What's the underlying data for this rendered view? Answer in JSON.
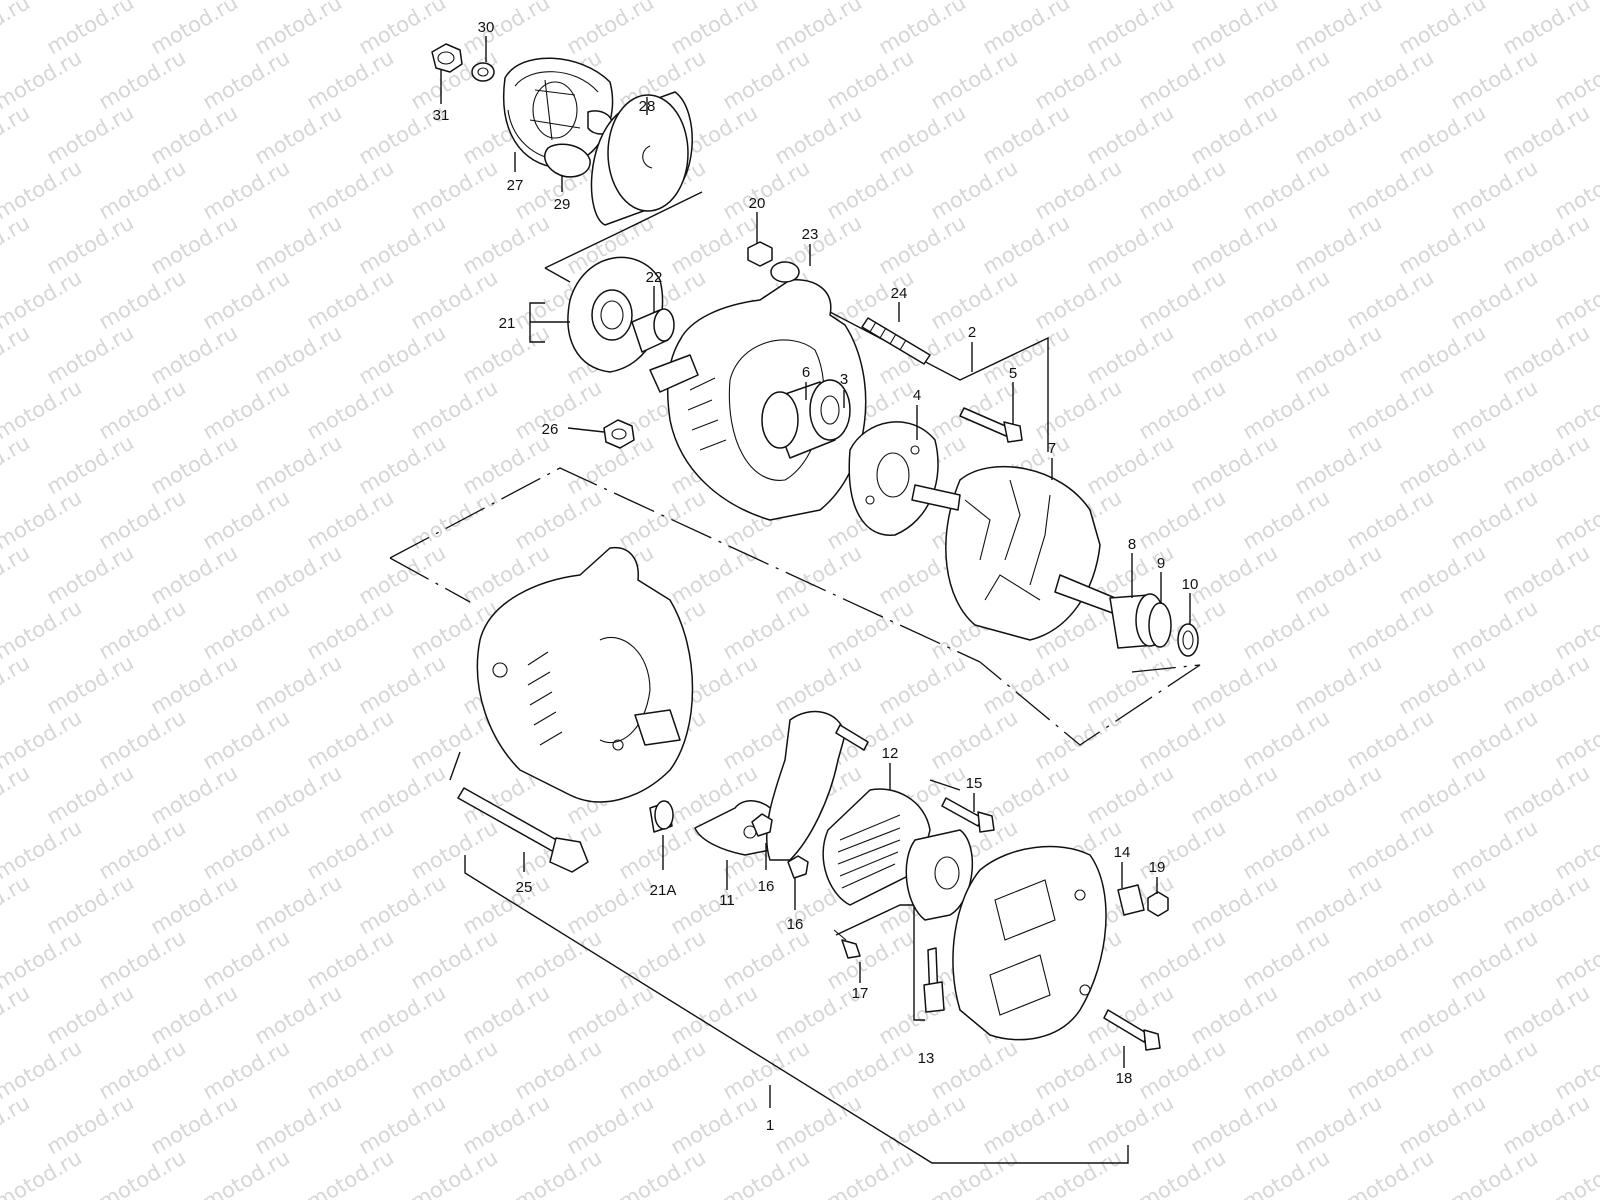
{
  "watermark": {
    "text": "motod.ru",
    "color": "#d6d6d6"
  },
  "labels": {
    "l1": "1",
    "l2": "2",
    "l3": "3",
    "l4": "4",
    "l5": "5",
    "l6": "6",
    "l7": "7",
    "l8": "8",
    "l9": "9",
    "l10": "10",
    "l11": "11",
    "l12": "12",
    "l13": "13",
    "l14": "14",
    "l15": "15",
    "l16a": "16",
    "l16b": "16",
    "l17": "17",
    "l18": "18",
    "l19": "19",
    "l20": "20",
    "l21": "21",
    "l21a": "21A",
    "l22": "22",
    "l23": "23",
    "l24": "24",
    "l25": "25",
    "l26": "26",
    "l27": "27",
    "l28": "28",
    "l29": "29",
    "l30": "30",
    "l31": "31"
  }
}
